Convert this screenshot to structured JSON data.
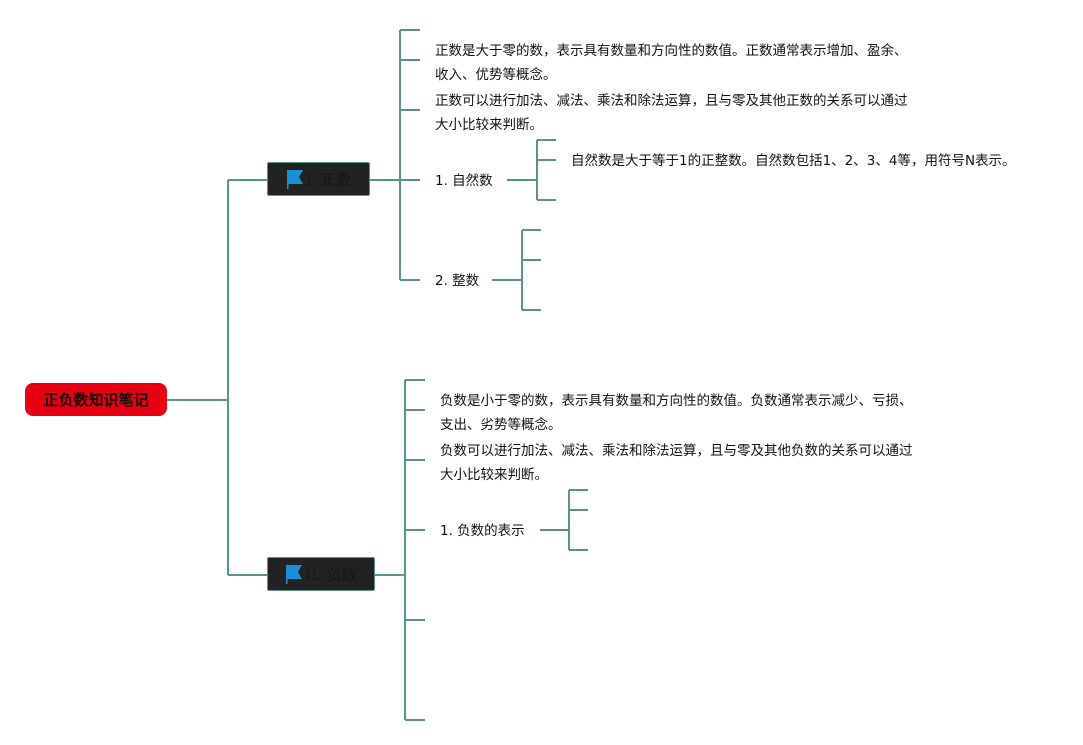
{
  "root": {
    "label": "正负数知识笔记",
    "color": "#e60012"
  },
  "line_color": "#5b9485",
  "topics": [
    {
      "label": "I. 正数",
      "icon": "flag-icon",
      "notes": [
        "正数是大于零的数，表示具有数量和方向性的数值。正数通常表示增加、盈余、",
        "收入、优势等概念。",
        "正数可以进行加法、减法、乘法和除法运算，且与零及其他正数的关系可以通过",
        "大小比较来判断。"
      ],
      "subtopics": [
        {
          "label": "1. 自然数",
          "detail": "自然数是大于等于1的正整数。自然数包括1、2、3、4等，用符号N表示。"
        },
        {
          "label": "2. 整数"
        }
      ]
    },
    {
      "label": "II. 负数",
      "icon": "flag-icon",
      "notes": [
        "负数是小于零的数，表示具有数量和方向性的数值。负数通常表示减少、亏损、",
        "支出、劣势等概念。",
        "负数可以进行加法、减法、乘法和除法运算，且与零及其他负数的关系可以通过",
        "大小比较来判断。"
      ],
      "subtopics": [
        {
          "label": "1. 负数的表示"
        }
      ]
    }
  ]
}
